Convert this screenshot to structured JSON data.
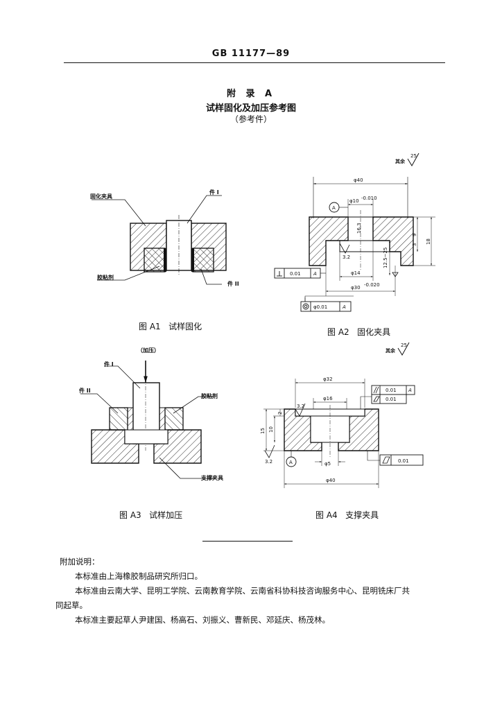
{
  "header": {
    "code": "GB 11177—89"
  },
  "appendix": {
    "title": "附 录 A",
    "subtitle": "试样固化及加压参考图",
    "note": "（参考件）"
  },
  "fig_a1": {
    "caption": "图 A1   试样固化",
    "label_fixture": "固化夹具",
    "label_part1": "件 I",
    "label_adhesive": "胶粘剂",
    "label_part2": "件 II"
  },
  "fig_a2": {
    "caption": "图 A2   固化夹具",
    "roughness_rest": "其余",
    "roughness_value": "25",
    "dim_d40": "φ40",
    "dim_d10": "φ10",
    "dim_d10_tol": "-0.010",
    "dim_d14": "φ14",
    "dim_d30": "φ30",
    "dim_d30_tol": "-0.020",
    "dim_16_3": "16.3",
    "dim_12_5_25": "12.5~25",
    "dim_9": "9",
    "dim_3": "3",
    "dim_18": "18",
    "roughness_3_2": "3.2",
    "datum": "A",
    "tol_perp": "0.01",
    "tol_conc": "φ0.01"
  },
  "fig_a3": {
    "caption": "图 A3   试样加压",
    "label_pressure": "（加压）",
    "label_part1": "件 I",
    "label_part2": "件 II",
    "label_adhesive": "胶粘剂",
    "label_support": "支撑夹具"
  },
  "fig_a4": {
    "caption": "图 A4   支撑夹具",
    "roughness_rest": "其余",
    "roughness_value": "25",
    "dim_d32": "φ32",
    "dim_d16": "φ16",
    "dim_d5": "φ5",
    "dim_d40": "φ40",
    "dim_15": "15",
    "dim_10": "10",
    "dim_2": "2",
    "roughness_3_2a": "3.2",
    "roughness_3_2b": "3.2",
    "datum": "A",
    "tol_parallel": "0.01",
    "tol_flat": "0.01",
    "tol_bottom": "0.01"
  },
  "notes": {
    "heading": "附加说明：",
    "line1": "本标准由上海橡胶制品研究所归口。",
    "line2": "本标准由云南大学、昆明工学院、云南教育学院、云南省科协科技咨询服务中心、昆明铣床厂共",
    "line2_cont": "同起草。",
    "line3": "本标准主要起草人尹建国、杨高石、刘振义、曹新民、邓延庆、杨茂林。"
  }
}
